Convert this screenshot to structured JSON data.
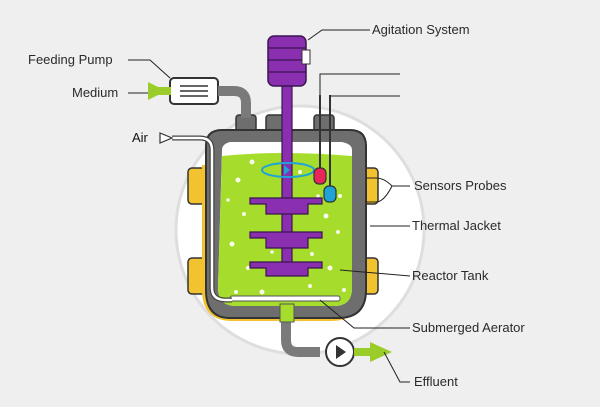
{
  "labels": {
    "agitation_system": "Agitation System",
    "feeding_pump": "Feeding Pump",
    "medium": "Medium",
    "air": "Air",
    "sensors_probes": "Sensors Probes",
    "thermal_jacket": "Thermal Jacket",
    "reactor_tank": "Reactor Tank",
    "submerged_aerator": "Submerged Aerator",
    "effluent": "Effluent"
  },
  "colors": {
    "background": "#efefef",
    "halo": "#ffffff",
    "tank_body": "#6e6e6e",
    "liquid": "#a6dc2b",
    "agitator": "#8a2fb0",
    "thermal_jacket": "#f2c230",
    "sensor_red": "#e8245a",
    "sensor_blue": "#1fa3d6",
    "pipe": "#7a7a7a",
    "arrow_green": "#9acd2a",
    "leader_line": "#222222"
  },
  "icons": [
    "motor-icon",
    "pump-icon",
    "impeller-icon",
    "inlet-arrow-icon",
    "outlet-arrow-icon",
    "rotation-arrow-icon"
  ]
}
